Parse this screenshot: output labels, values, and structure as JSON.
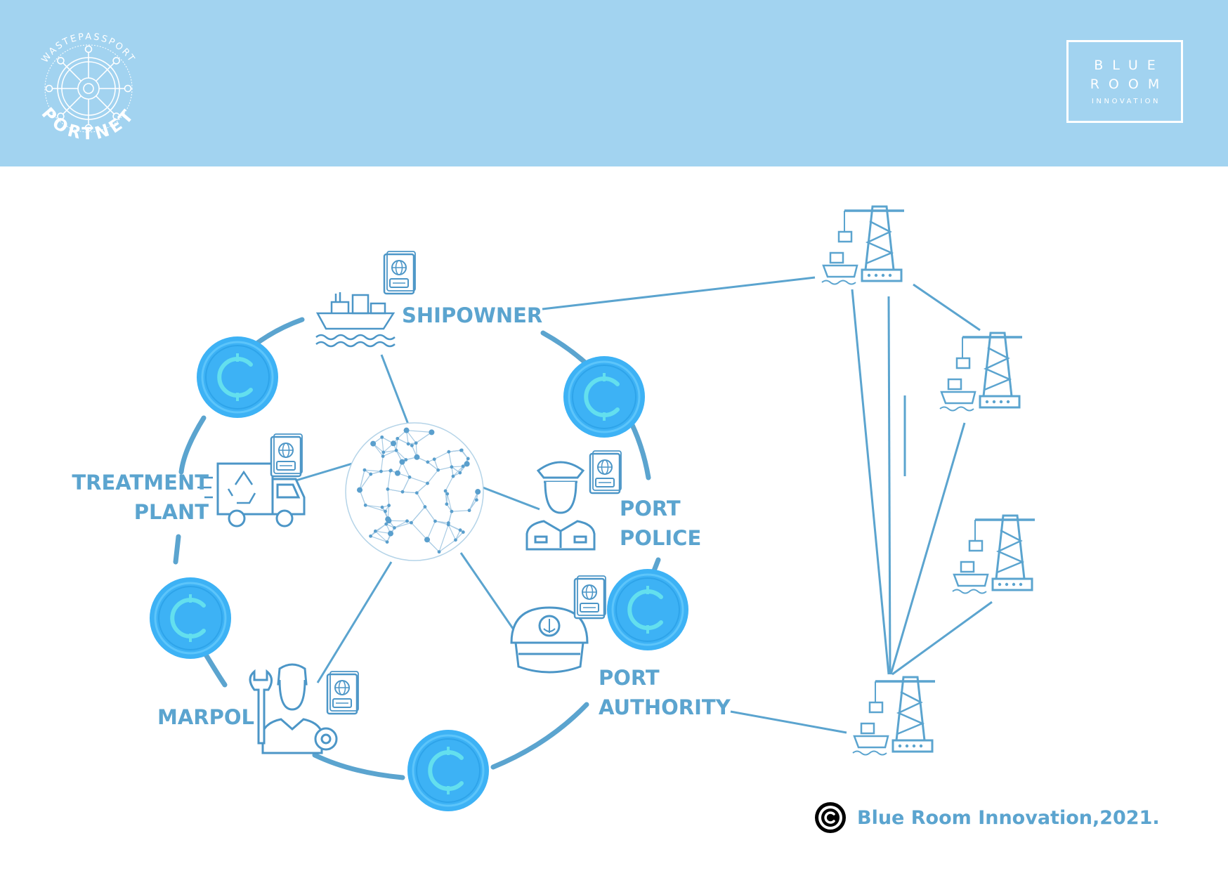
{
  "header": {
    "logo_left": {
      "arc_top": "WASTEPASSPORT",
      "arc_bottom": "PORTNET",
      "icon": "ship-wheel-icon"
    },
    "logo_right": {
      "line1": "BLUE",
      "line2": "ROOM",
      "line3": "INNOVATION"
    }
  },
  "diagram": {
    "center_icon": "network-globe-icon",
    "nodes": [
      {
        "id": "shipowner",
        "label_lines": [
          "SHIPOWNER"
        ],
        "icon": "cargo-ship-icon",
        "has_passport": true
      },
      {
        "id": "treatment-plant",
        "label_lines": [
          "TREATMENT",
          "PLANT"
        ],
        "icon": "recycling-truck-icon",
        "has_passport": true
      },
      {
        "id": "port-police",
        "label_lines": [
          "PORT",
          "POLICE"
        ],
        "icon": "police-officer-icon",
        "has_passport": true
      },
      {
        "id": "port-authority",
        "label_lines": [
          "PORT",
          "AUTHORITY"
        ],
        "icon": "captain-hat-icon",
        "has_passport": true
      },
      {
        "id": "marpol",
        "label_lines": [
          "MARPOL"
        ],
        "icon": "mechanic-icon",
        "has_passport": true
      }
    ],
    "coin_symbol": "₵",
    "coin_count": 5,
    "ports_count": 4,
    "port_icon": "port-crane-icon"
  },
  "footer": {
    "copyright_text": "Blue Room Innovation,2021."
  },
  "colors": {
    "header_bg": "#a2d3f0",
    "line": "#5ba4cf",
    "label": "#5ba4cf",
    "coin": "#3db2f5",
    "coin_symbol": "#63dfee"
  }
}
